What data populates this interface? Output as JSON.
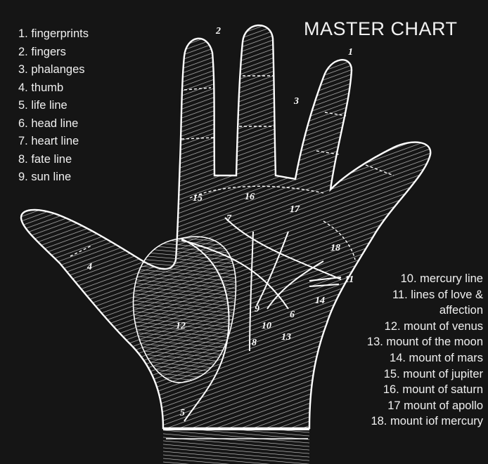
{
  "title": "MASTER CHART",
  "legend_left": [
    "1. fingerprints",
    "2. fingers",
    "3. phalanges",
    "4. thumb",
    "5. life line",
    "6. head line",
    "7. heart line",
    "8. fate line",
    "9. sun line"
  ],
  "legend_right": [
    "10. mercury line",
    "11. lines of love &",
    "affection",
    "12. mount of venus",
    "13. mount of the moon",
    "14. mount of mars",
    "15. mount of jupiter",
    "16. mount of saturn",
    "17 mount of apollo",
    "18. mount iof mercury"
  ],
  "hand_labels": [
    "1",
    "2",
    "3",
    "4",
    "5",
    "6",
    "7",
    "8",
    "9",
    "10",
    "11",
    "12",
    "13",
    "14",
    "15",
    "16",
    "17",
    "18"
  ],
  "colors": {
    "background": "#151515",
    "ink": "#f2f2f2"
  }
}
